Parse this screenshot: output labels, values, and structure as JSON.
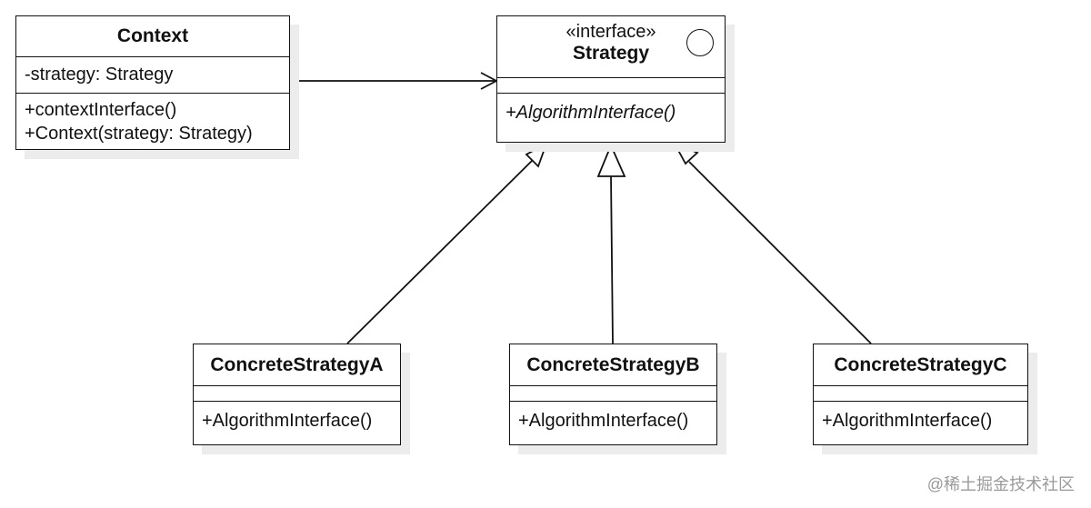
{
  "context": {
    "name": "Context",
    "attributes": [
      "-strategy: Strategy"
    ],
    "operations": [
      "+contextInterface()",
      "+Context(strategy: Strategy)"
    ]
  },
  "strategy": {
    "stereotype": "«interface»",
    "name": "Strategy",
    "operations": [
      "+AlgorithmInterface()"
    ],
    "icon": "interface-circle-icon"
  },
  "concrete": [
    {
      "name": "ConcreteStrategyA",
      "operations": [
        "+AlgorithmInterface()"
      ]
    },
    {
      "name": "ConcreteStrategyB",
      "operations": [
        "+AlgorithmInterface()"
      ]
    },
    {
      "name": "ConcreteStrategyC",
      "operations": [
        "+AlgorithmInterface()"
      ]
    }
  ],
  "relations": [
    {
      "type": "association",
      "from": "Context",
      "to": "Strategy"
    },
    {
      "type": "realization",
      "from": "ConcreteStrategyA",
      "to": "Strategy"
    },
    {
      "type": "realization",
      "from": "ConcreteStrategyB",
      "to": "Strategy"
    },
    {
      "type": "realization",
      "from": "ConcreteStrategyC",
      "to": "Strategy"
    }
  ],
  "watermark": "@稀土掘金技术社区",
  "colors": {
    "line": "#111111",
    "shadow": "#ececec",
    "watermark": "#9a9a9a"
  }
}
